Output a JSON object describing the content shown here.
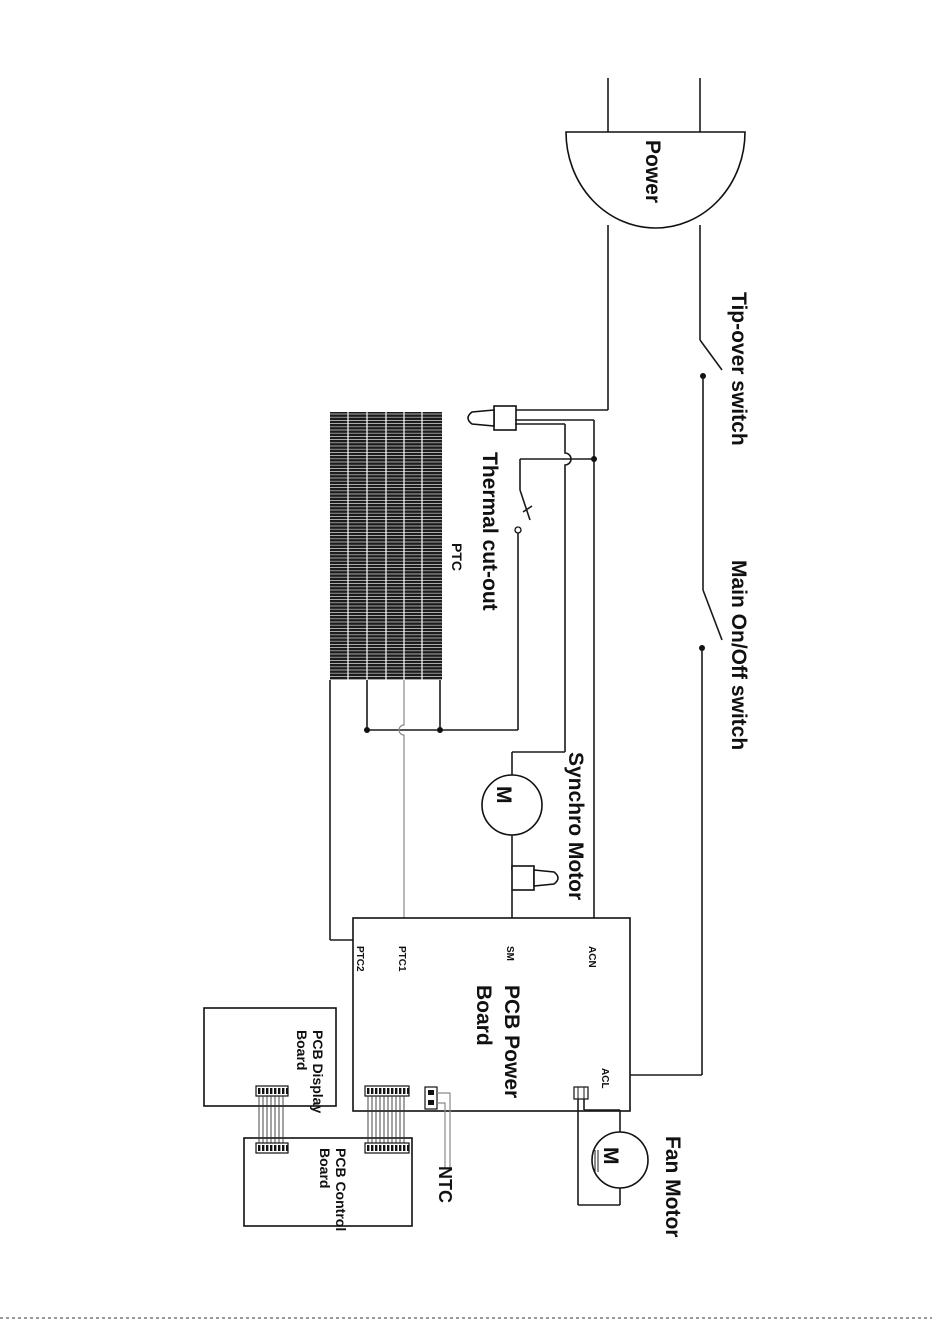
{
  "labels": {
    "power": "Power",
    "tip_over_switch": "Tip-over switch",
    "main_switch": "Main On/Off switch",
    "thermal_cutout": "Thermal cut-out",
    "ptc": "PTC",
    "synchro_motor": "Synchro Motor",
    "motor_symbol_1": "M",
    "motor_symbol_2": "M",
    "fan_motor": "Fan Motor",
    "pcb_power_line1": "PCB Power",
    "pcb_power_line2": "Board",
    "pcb_display_line1": "PCB Display",
    "pcb_display_line2": "Board",
    "pcb_control_line1": "PCB Control",
    "pcb_control_line2": "Board",
    "ntc": "NTC"
  },
  "pins": {
    "acn": "ACN",
    "sm": "SM",
    "ptc1": "PTC1",
    "ptc2": "PTC2",
    "acl": "ACL"
  }
}
